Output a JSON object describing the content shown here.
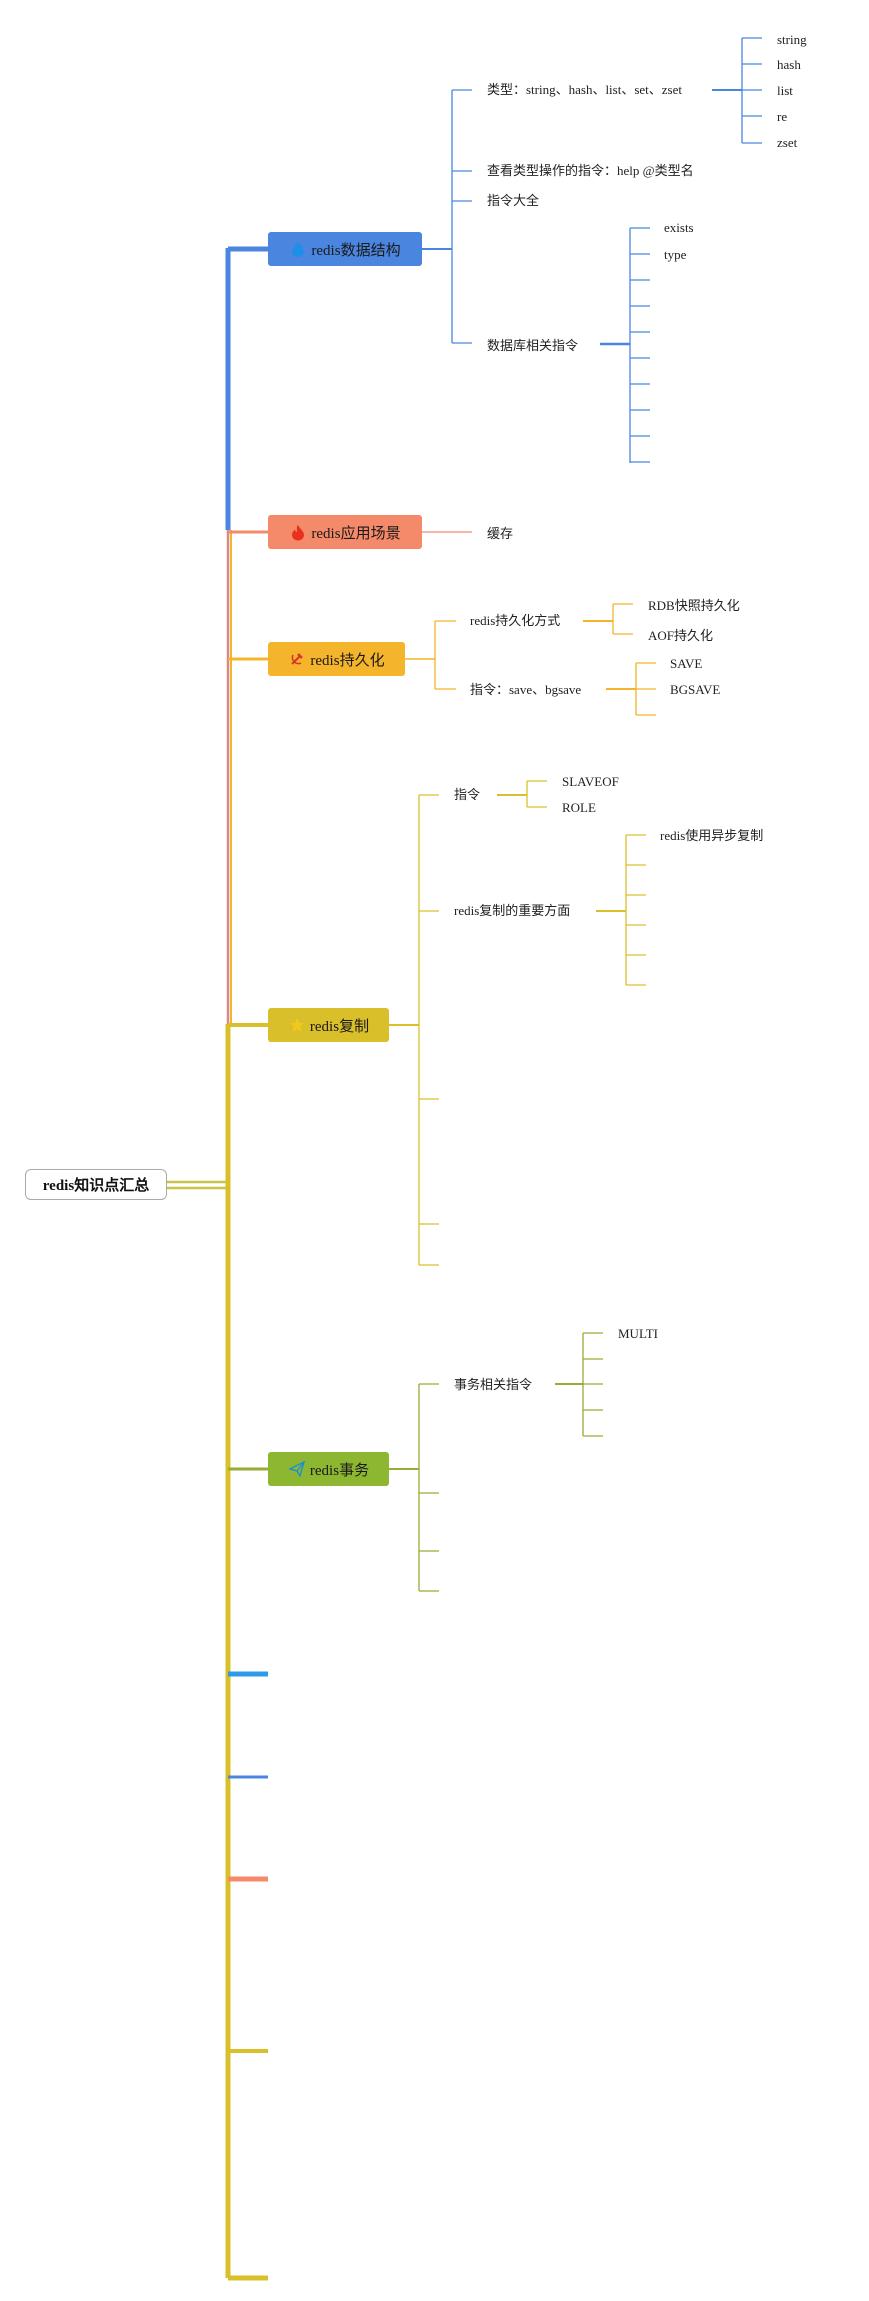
{
  "root": {
    "label": "redis知识点汇总"
  },
  "topics": {
    "data_structures": {
      "label": "redis数据结构",
      "color": "#4A86E0",
      "icon": "water-drop-icon",
      "types": {
        "label": "类型：string、hash、list、set、zset",
        "items": [
          "string",
          "hash",
          "list",
          "re",
          "zset"
        ]
      },
      "help_cmd": "查看类型操作的指令：help @类型名",
      "all_cmds": "指令大全",
      "db_cmds": {
        "label": "数据库相关指令",
        "items": [
          "exists",
          "type"
        ]
      }
    },
    "use_cases": {
      "label": "redis应用场景",
      "color": "#F58A6A",
      "icon": "fire-icon",
      "items": [
        "缓存"
      ]
    },
    "persistence": {
      "label": "redis持久化",
      "color": "#F4B42B",
      "icon": "hammer-sickle-icon",
      "methods": {
        "label": "redis持久化方式",
        "items": [
          "RDB快照持久化",
          "AOF持久化"
        ]
      },
      "commands": {
        "label": "指令：save、bgsave",
        "items": [
          "SAVE",
          "BGSAVE"
        ]
      }
    },
    "replication": {
      "label": "redis复制",
      "color": "#D9C02A",
      "icon": "star-icon",
      "commands": {
        "label": "指令",
        "items": [
          "SLAVEOF",
          "ROLE"
        ]
      },
      "aspects": {
        "label": "redis复制的重要方面",
        "items": [
          "redis使用异步复制"
        ]
      }
    },
    "transactions": {
      "label": "redis事务",
      "color": "#8DB730",
      "icon": "paper-plane-icon",
      "commands": {
        "label": "事务相关指令",
        "items": [
          "MULTI"
        ]
      }
    }
  },
  "colors": {
    "blue": "#4A86E0",
    "salmon": "#F58A6A",
    "orange": "#F4B42B",
    "yellow": "#D9C02A",
    "green": "#8DB730",
    "cyan": "#2E9BE6"
  }
}
